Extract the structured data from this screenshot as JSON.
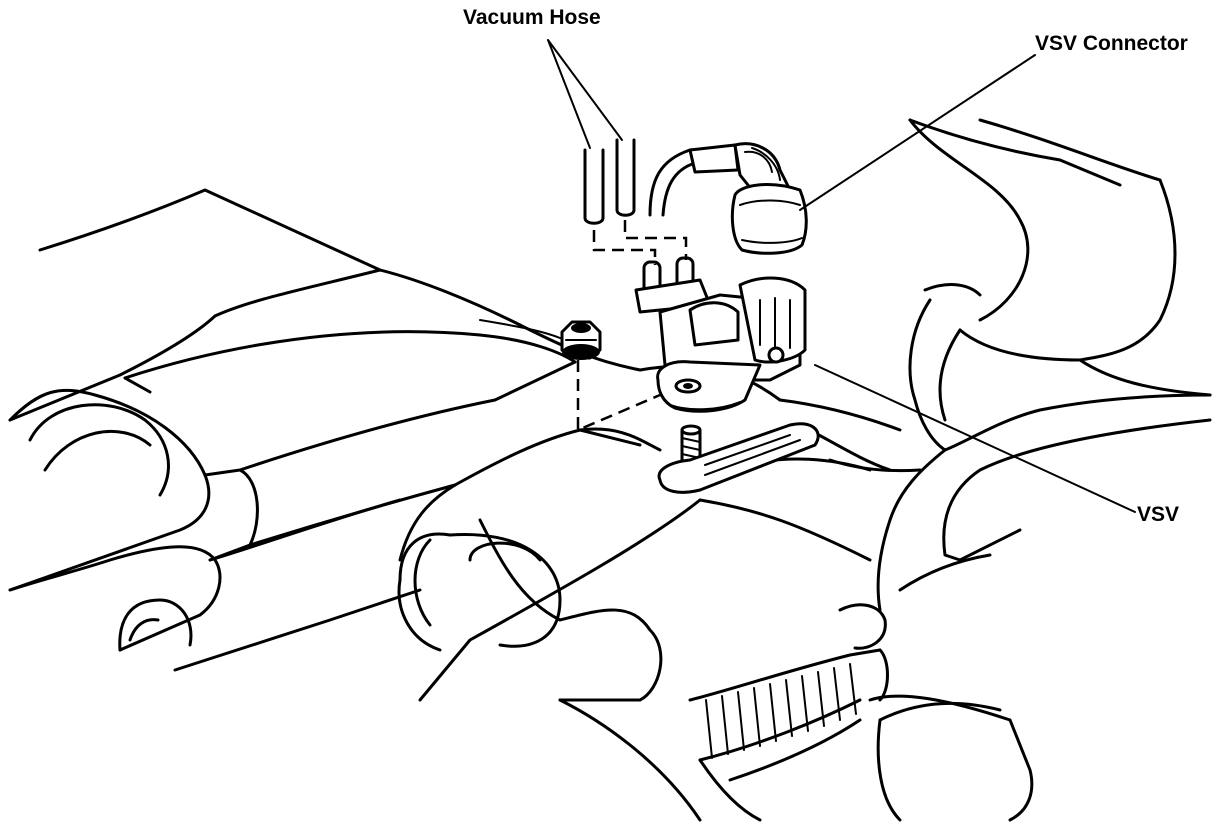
{
  "labels": {
    "vacuum_hose": "Vacuum Hose",
    "vsv_connector": "VSV Connector",
    "vsv": "VSV"
  }
}
